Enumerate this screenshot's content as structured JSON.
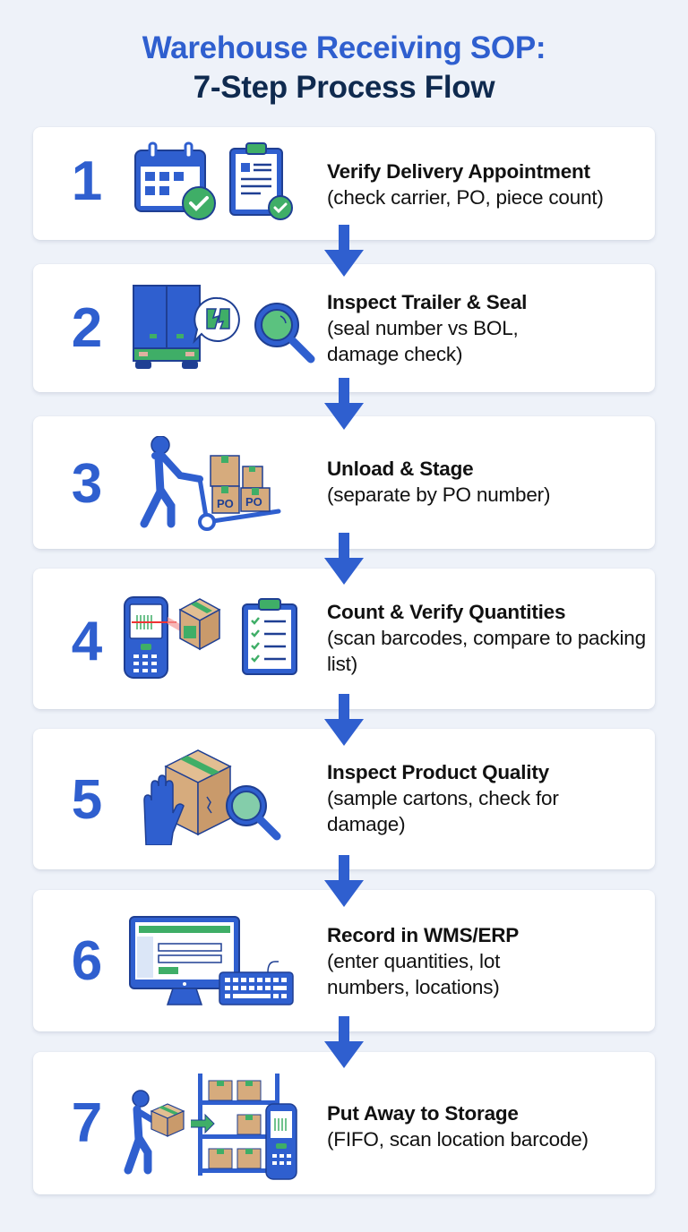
{
  "header": {
    "title_line1": "Warehouse Receiving SOP:",
    "title_line2": "7-Step Process Flow"
  },
  "colors": {
    "background": "#eef2f9",
    "primary_blue": "#2f5fcf",
    "dark_navy": "#0f2a4f",
    "accent_green": "#3fae67",
    "box_tan": "#d6ab7d"
  },
  "steps": [
    {
      "number": "1",
      "title": "Verify Delivery Appointment",
      "detail": "(check carrier, PO, piece count)",
      "icons": [
        "calendar-check-icon",
        "clipboard-check-icon"
      ]
    },
    {
      "number": "2",
      "title": "Inspect Trailer & Seal",
      "detail": "(seal number vs BOL, damage check)",
      "icons": [
        "trailer-icon",
        "broken-seal-icon",
        "magnifier-icon"
      ]
    },
    {
      "number": "3",
      "title": "Unload & Stage",
      "detail": "(separate by PO number)",
      "icons": [
        "worker-hand-truck-icon"
      ],
      "box_label": "PO"
    },
    {
      "number": "4",
      "title": "Count & Verify Quantities",
      "detail": "(scan barcodes, compare to packing list)",
      "icons": [
        "barcode-scanner-icon",
        "barcode-box-icon",
        "checklist-icon"
      ]
    },
    {
      "number": "5",
      "title": "Inspect Product Quality",
      "detail": "(sample cartons, check for damage)",
      "icons": [
        "glove-hand-icon",
        "damaged-box-icon",
        "magnifier-icon"
      ]
    },
    {
      "number": "6",
      "title": "Record in WMS/ERP",
      "detail": "(enter quantities, lot numbers, locations)",
      "icons": [
        "computer-monitor-icon",
        "keyboard-icon"
      ]
    },
    {
      "number": "7",
      "title": "Put Away to Storage",
      "detail": "(FIFO, scan location barcode)",
      "icons": [
        "worker-carry-box-icon",
        "storage-rack-icon",
        "handheld-scanner-icon"
      ]
    }
  ]
}
